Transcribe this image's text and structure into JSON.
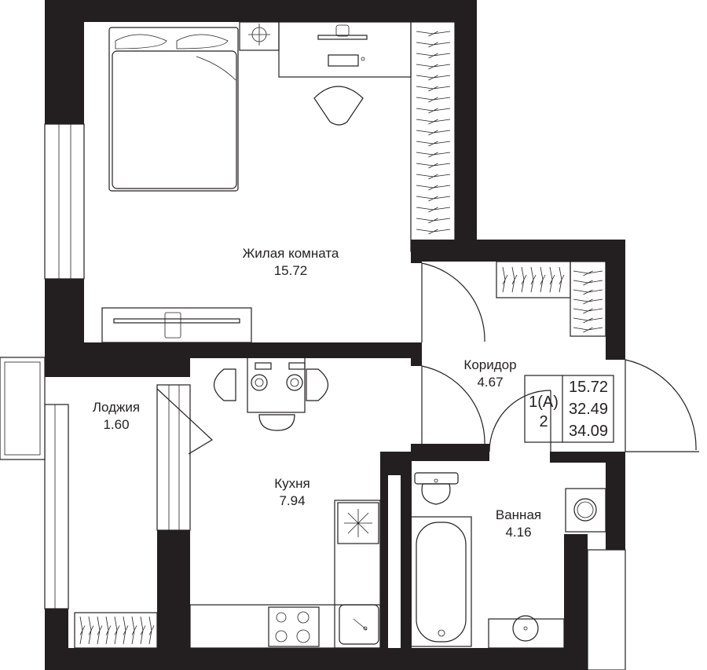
{
  "rooms": [
    {
      "name": "Жилая комната",
      "area": "15.72"
    },
    {
      "name": "Коридор",
      "area": "4.67"
    },
    {
      "name": "Лоджия",
      "area": "1.60"
    },
    {
      "name": "Кухня",
      "area": "7.94"
    },
    {
      "name": "Ванная",
      "area": "4.16"
    }
  ],
  "apartment": {
    "type": "1(А)",
    "floor": "2",
    "living_area": "15.72",
    "total_area": "32.49",
    "total_area_with_loggia": "34.09"
  }
}
